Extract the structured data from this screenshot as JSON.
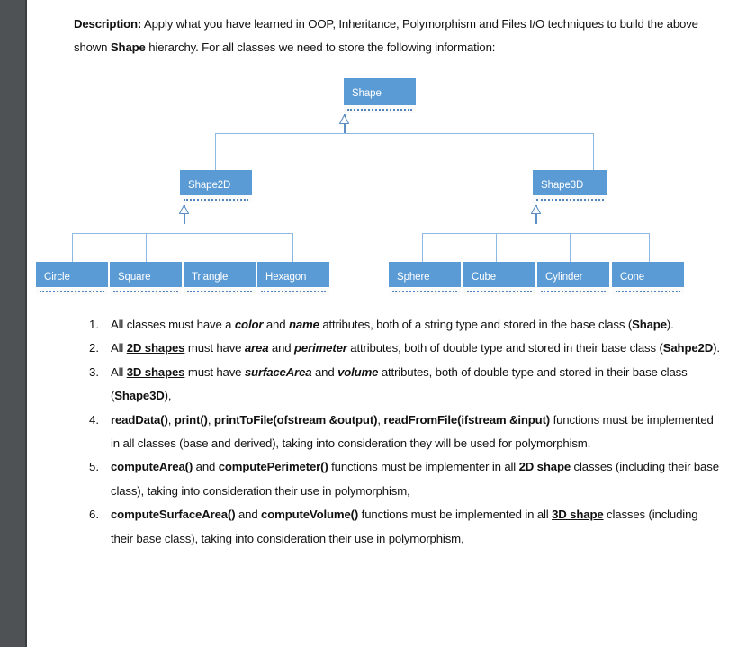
{
  "document": {
    "description": {
      "label": "Description:",
      "body_before_shape": " Apply what you have learned in OOP, Inheritance, Polymorphism and Files I/O techniques to build the above shown ",
      "shape_word": "Shape",
      "body_after_shape": " hierarchy. For all classes we need to store the following information:"
    }
  },
  "diagram": {
    "type": "uml-class-hierarchy",
    "root": {
      "name": "Shape"
    },
    "level2": [
      {
        "name": "Shape2D"
      },
      {
        "name": "Shape3D"
      }
    ],
    "leaves_2d": [
      {
        "name": "Circle"
      },
      {
        "name": "Square"
      },
      {
        "name": "Triangle"
      },
      {
        "name": "Hexagon"
      }
    ],
    "leaves_3d": [
      {
        "name": "Sphere"
      },
      {
        "name": "Cube"
      },
      {
        "name": "Cylinder"
      },
      {
        "name": "Cone"
      }
    ],
    "colors": {
      "box_fill": "#5b9bd5",
      "box_text": "#ffffff",
      "connector": "#8eb9e0",
      "compartment": "#fbfbfb",
      "dotted_rule": "#4f86c0"
    }
  },
  "requirements": [
    {
      "number": "1.",
      "parts": [
        {
          "t": "All classes must have a ",
          "s": "n"
        },
        {
          "t": "color",
          "s": "i"
        },
        {
          "t": " and ",
          "s": "n"
        },
        {
          "t": "name",
          "s": "i"
        },
        {
          "t": " attributes, both of a string type and stored in the base class (",
          "s": "n"
        },
        {
          "t": "Shape",
          "s": "b"
        },
        {
          "t": ").",
          "s": "n"
        }
      ]
    },
    {
      "number": "2.",
      "parts": [
        {
          "t": "All ",
          "s": "n"
        },
        {
          "t": "2D shapes",
          "s": "u"
        },
        {
          "t": " must have ",
          "s": "n"
        },
        {
          "t": "area",
          "s": "i"
        },
        {
          "t": " and ",
          "s": "n"
        },
        {
          "t": "perimeter",
          "s": "i"
        },
        {
          "t": " attributes, both of double type and stored in their base class (",
          "s": "n"
        },
        {
          "t": "Sahpe2D",
          "s": "b"
        },
        {
          "t": ").",
          "s": "n"
        }
      ]
    },
    {
      "number": "3.",
      "parts": [
        {
          "t": "All ",
          "s": "n"
        },
        {
          "t": "3D shapes",
          "s": "u"
        },
        {
          "t": " must have ",
          "s": "n"
        },
        {
          "t": "surfaceArea",
          "s": "i"
        },
        {
          "t": " and ",
          "s": "n"
        },
        {
          "t": "volume",
          "s": "i"
        },
        {
          "t": " attributes, both of double type and stored in their base class (",
          "s": "n"
        },
        {
          "t": "Shape3D",
          "s": "b"
        },
        {
          "t": "),",
          "s": "n"
        }
      ]
    },
    {
      "number": "4.",
      "parts": [
        {
          "t": "readData()",
          "s": "b"
        },
        {
          "t": ", ",
          "s": "n"
        },
        {
          "t": "print()",
          "s": "b"
        },
        {
          "t": ", ",
          "s": "n"
        },
        {
          "t": "printToFile(ofstream &output)",
          "s": "b"
        },
        {
          "t": ", ",
          "s": "n"
        },
        {
          "t": "readFromFile(ifstream &input)",
          "s": "b"
        },
        {
          "t": " functions must be implemented in all classes (base and derived), taking into consideration they will be used for polymorphism,",
          "s": "n"
        }
      ]
    },
    {
      "number": "5.",
      "parts": [
        {
          "t": "computeArea()",
          "s": "b"
        },
        {
          "t": " and ",
          "s": "n"
        },
        {
          "t": "computePerimeter()",
          "s": "b"
        },
        {
          "t": " functions must be implementer in all ",
          "s": "n"
        },
        {
          "t": "2D shape",
          "s": "u"
        },
        {
          "t": " classes (including their base class), taking into consideration their use in polymorphism,",
          "s": "n"
        }
      ]
    },
    {
      "number": "6.",
      "parts": [
        {
          "t": "computeSurfaceArea()",
          "s": "b"
        },
        {
          "t": " and ",
          "s": "n"
        },
        {
          "t": "computeVolume()",
          "s": "b"
        },
        {
          "t": " functions must be implemented in all ",
          "s": "n"
        },
        {
          "t": "3D shape",
          "s": "u"
        },
        {
          "t": " classes (including their base class), taking into consideration their use in polymorphism,",
          "s": "n"
        }
      ]
    }
  ]
}
